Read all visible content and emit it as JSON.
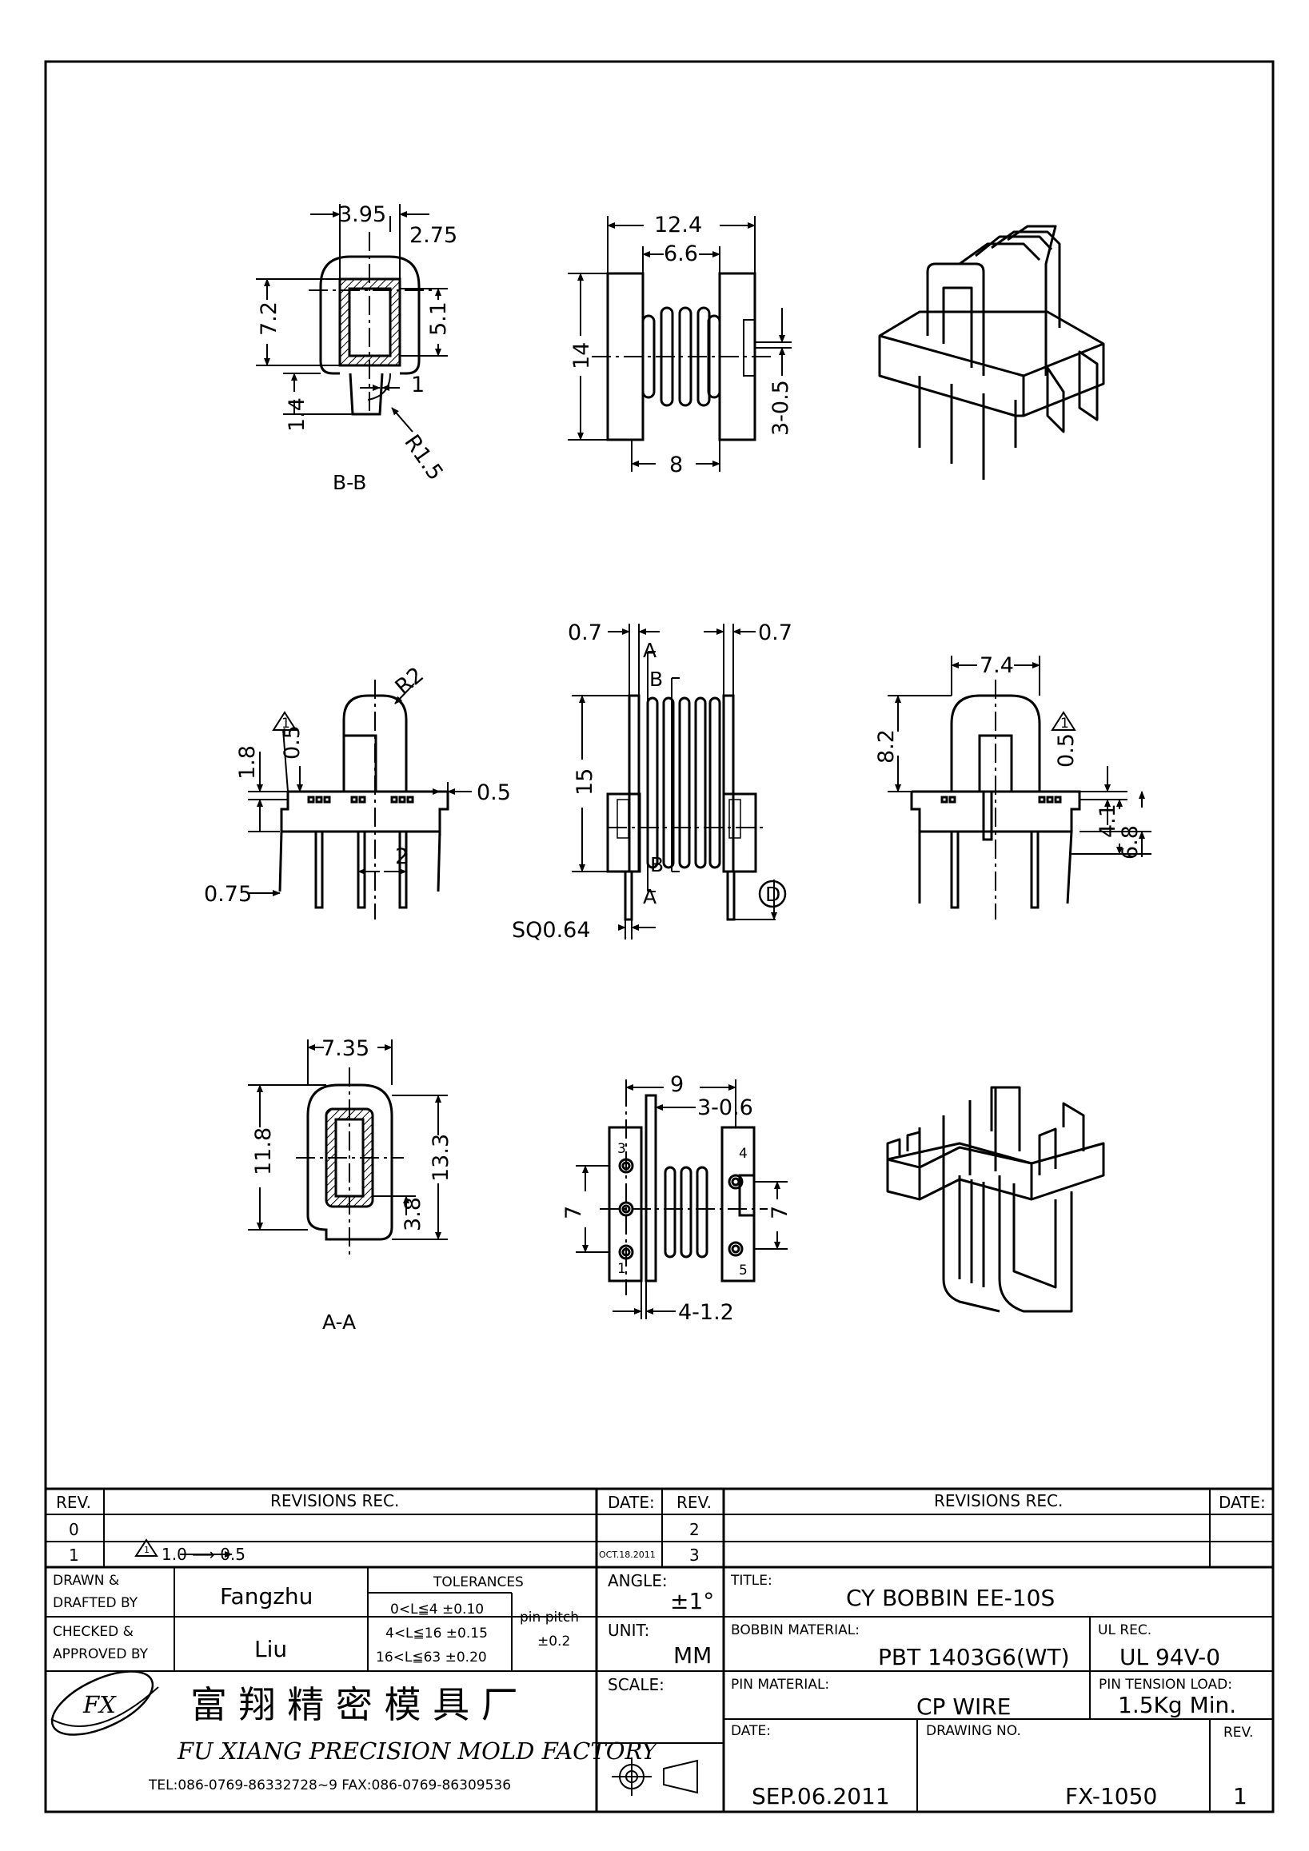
{
  "views": {
    "bb": {
      "label": "B-B",
      "d_3_95": "3.95",
      "d_2_75": "2.75",
      "d_7_2": "7.2",
      "d_5_1": "5.1",
      "d_1_4": "1.4",
      "d_1": "1",
      "d_r1_5": "R1.5"
    },
    "front": {
      "d_12_4": "12.4",
      "d_6_6": "6.6",
      "d_14": "14",
      "d_8": "8",
      "d_3_05": "3-0.5"
    },
    "left": {
      "d_r2": "R2",
      "d_1_8": "1.8",
      "d_05a": "0.5",
      "d_05b": "0.5",
      "d_2": "2",
      "d_075": "0.75",
      "rev_mark": "1"
    },
    "center": {
      "d_07a": "0.7",
      "d_07b": "0.7",
      "d_15": "15",
      "sq": "SQ0.64",
      "sec_a1": "A",
      "sec_a2": "A",
      "sec_b1": "B",
      "sec_b2": "B",
      "d_circ": "D"
    },
    "right": {
      "d_7_4": "7.4",
      "d_8_2": "8.2",
      "d_05": "0.5",
      "d_4_1": "4.1",
      "d_6_8": "6.8",
      "rev_mark": "1"
    },
    "aa": {
      "label": "A-A",
      "d_7_35": "7.35",
      "d_11_8": "11.8",
      "d_13_3": "13.3",
      "d_3_8": "3.8"
    },
    "bottom": {
      "d_9": "9",
      "d_3_06": "3-0.6",
      "d_7a": "7",
      "d_7b": "7",
      "d_4_12": "4-1.2",
      "pin1": "1",
      "pin3": "3",
      "pin4": "4",
      "pin5": "5"
    }
  },
  "title_block": {
    "h_rev": "REV.",
    "h_revisions": "REVISIONS   REC.",
    "h_date": "DATE:",
    "h_rev2": "REV.",
    "h_revisions2": "REVISIONS   REC.",
    "h_date2": "DATE:",
    "rev_0": "0",
    "rev_1": "1",
    "rev_1_note_mark": "1",
    "rev_1_note": "1.0 ⟶ 0.5",
    "rev_1_date": "OCT.18.2011",
    "rev_2": "2",
    "rev_3": "3",
    "drawn_label_1": "DRAWN &",
    "drawn_label_2": "DRAFTED BY",
    "drawn_by": "Fangzhu",
    "checked_label_1": "CHECKED &",
    "checked_label_2": "APPROVED BY",
    "checked_by": "Liu",
    "tol_header": "TOLERANCES",
    "tol_1": "0<L≦4   ±0.10",
    "tol_2": "4<L≦16  ±0.15",
    "tol_3": "16<L≦63 ±0.20",
    "pin_pitch_label": "pin  pitch",
    "pin_pitch_value": "±0.2",
    "angle_label": "ANGLE:",
    "angle_value": "±1°",
    "unit_label": "UNIT:",
    "unit_value": "MM",
    "scale_label": "SCALE:",
    "title_label": "TITLE:",
    "title_value": "CY  BOBBIN  EE-10S",
    "bobbin_material_label": "BOBBIN  MATERIAL:",
    "bobbin_material_value": "PBT  1403G6(WT)",
    "ul_label": "UL  REC.",
    "ul_value": "UL  94V-0",
    "pin_material_label": "PIN  MATERIAL:",
    "pin_material_value": "CP  WIRE",
    "pin_tension_label": "PIN  TENSION  LOAD:",
    "pin_tension_value": "1.5Kg  Min.",
    "date_label": "DATE:",
    "date_value": "SEP.06.2011",
    "drawing_no_label": "DRAWING  NO.",
    "drawing_no_value": "FX-1050",
    "rev_label": "REV.",
    "rev_value": "1",
    "company_cn": "富 翔 精 密 模 具 厂",
    "company_en": "FU  XIANG  PRECISION  MOLD  FACTORY",
    "contact": "TEL:086-0769-86332728~9   FAX:086-0769-86309536",
    "logo_text": "FX"
  }
}
